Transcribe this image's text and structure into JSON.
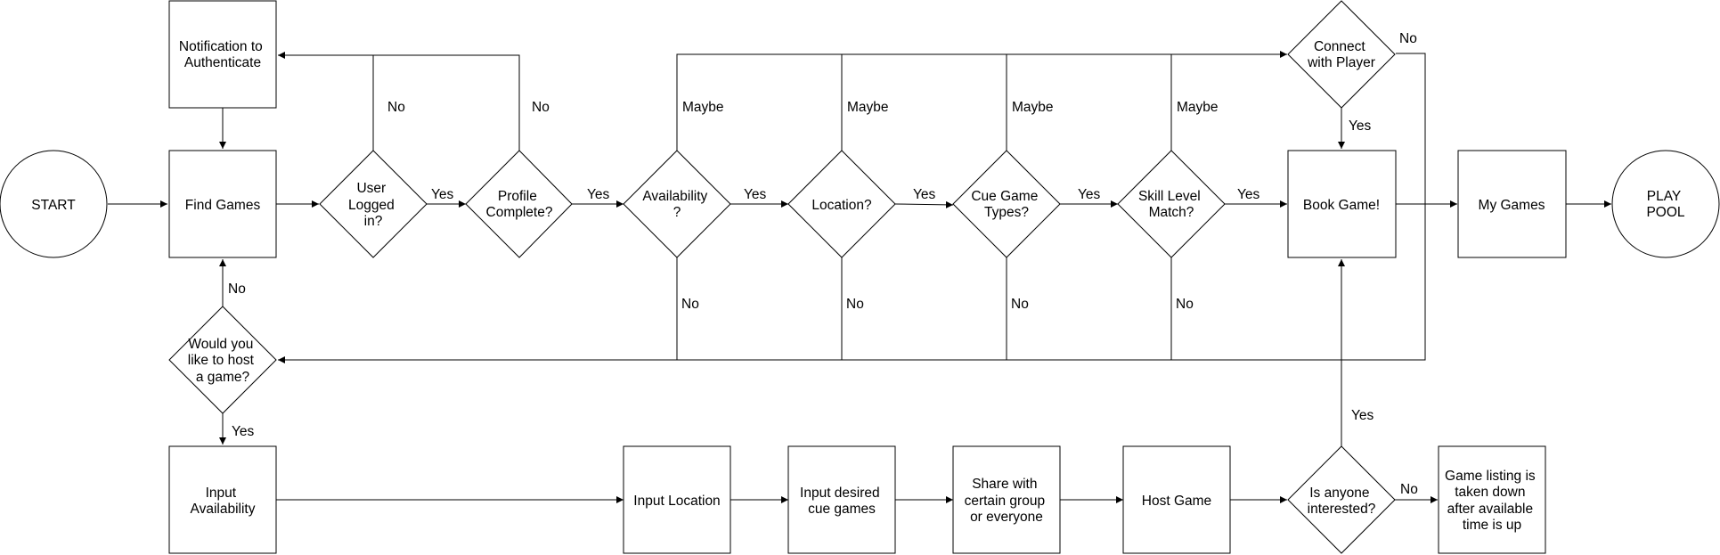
{
  "colors": {
    "stroke": "#000000",
    "fill": "#ffffff"
  },
  "nodes": {
    "start": {
      "shape": "circle",
      "lines": [
        "START"
      ]
    },
    "notify": {
      "shape": "rect",
      "lines": [
        "Notification to",
        "Authenticate"
      ]
    },
    "find": {
      "shape": "rect",
      "lines": [
        "Find Games"
      ]
    },
    "logged": {
      "shape": "diamond",
      "lines": [
        "User",
        "Logged",
        "in?"
      ]
    },
    "profile": {
      "shape": "diamond",
      "lines": [
        "Profile",
        "Complete?"
      ]
    },
    "avail": {
      "shape": "diamond",
      "lines": [
        "Availability",
        "?"
      ]
    },
    "location": {
      "shape": "diamond",
      "lines": [
        "Location?"
      ]
    },
    "cue": {
      "shape": "diamond",
      "lines": [
        "Cue Game",
        "Types?"
      ]
    },
    "skill": {
      "shape": "diamond",
      "lines": [
        "Skill Level",
        "Match?"
      ]
    },
    "connect": {
      "shape": "diamond",
      "lines": [
        "Connect",
        "with Player"
      ]
    },
    "book": {
      "shape": "rect",
      "lines": [
        "Book Game!"
      ]
    },
    "mygames": {
      "shape": "rect",
      "lines": [
        "My Games"
      ]
    },
    "play": {
      "shape": "circle",
      "lines": [
        "PLAY",
        "POOL"
      ]
    },
    "host": {
      "shape": "diamond",
      "lines": [
        "Would you",
        "like to host",
        "a game?"
      ]
    },
    "inavail": {
      "shape": "rect",
      "lines": [
        "Input",
        "Availability"
      ]
    },
    "inloc": {
      "shape": "rect",
      "lines": [
        "Input Location"
      ]
    },
    "incue": {
      "shape": "rect",
      "lines": [
        "Input desired",
        "cue games"
      ]
    },
    "share": {
      "shape": "rect",
      "lines": [
        "Share with",
        "certain group",
        "or everyone"
      ]
    },
    "hostgame": {
      "shape": "rect",
      "lines": [
        "Host Game"
      ]
    },
    "interested": {
      "shape": "diamond",
      "lines": [
        "Is anyone",
        "interested?"
      ]
    },
    "takendown": {
      "shape": "rect",
      "lines": [
        "Game listing is",
        "taken down",
        "after available",
        "time is up"
      ]
    }
  },
  "edge_labels": {
    "logged_yes": "Yes",
    "profile_yes": "Yes",
    "avail_yes": "Yes",
    "location_yes": "Yes",
    "cue_yes": "Yes",
    "skill_yes": "Yes",
    "connect_yes": "Yes",
    "host_yes": "Yes",
    "interested_yes": "Yes",
    "logged_no": "No",
    "profile_no": "No",
    "host_no": "No",
    "avail_no": "No",
    "location_no": "No",
    "cue_no": "No",
    "skill_no": "No",
    "connect_no": "No",
    "interested_no": "No",
    "avail_maybe": "Maybe",
    "location_maybe": "Maybe",
    "cue_maybe": "Maybe",
    "skill_maybe": "Maybe"
  }
}
